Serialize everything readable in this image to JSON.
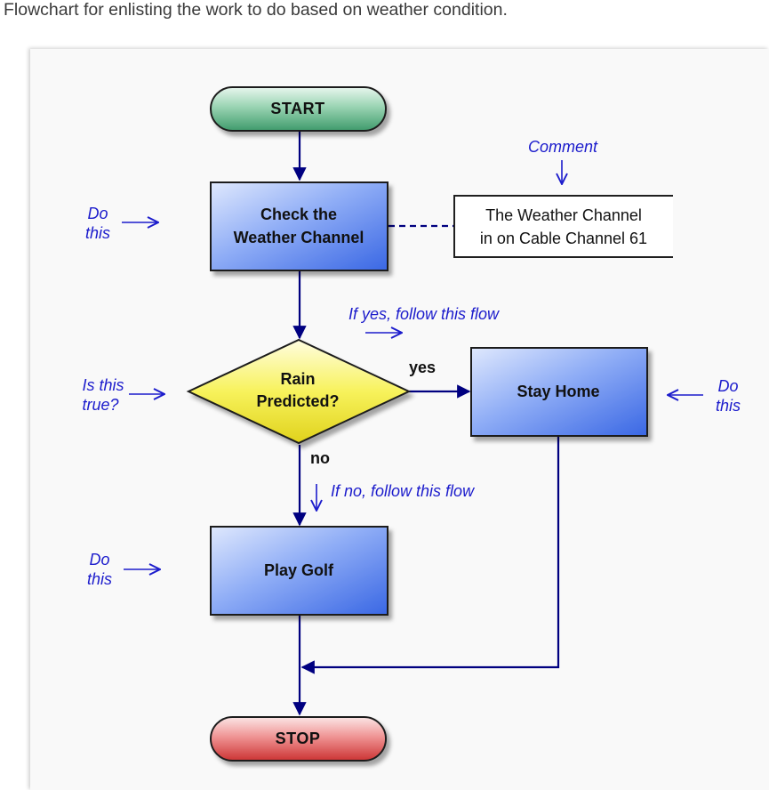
{
  "caption": "Flowchart for enlisting the work to do based on weather condition.",
  "nodes": {
    "start": "START",
    "check_line1": "Check the",
    "check_line2": "Weather Channel",
    "decision_line1": "Rain",
    "decision_line2": "Predicted?",
    "stay_home": "Stay Home",
    "play_golf": "Play Golf",
    "stop": "STOP"
  },
  "comment": {
    "heading": "Comment",
    "line1": "The Weather Channel",
    "line2": "in on Cable Channel 61"
  },
  "branches": {
    "yes": "yes",
    "no": "no",
    "yes_flow": "If yes, follow this flow",
    "no_flow": "If no, follow this flow"
  },
  "annotations": {
    "do": "Do",
    "this": "this",
    "is_this": "Is this",
    "true": "true?"
  },
  "colors": {
    "flow_line": "#000080",
    "annotation": "#1c1ccc",
    "start_fill": "#6cbf94",
    "stop_fill": "#e26060",
    "process_fill": "#5a86ee",
    "decision_fill": "#f4ef45"
  }
}
